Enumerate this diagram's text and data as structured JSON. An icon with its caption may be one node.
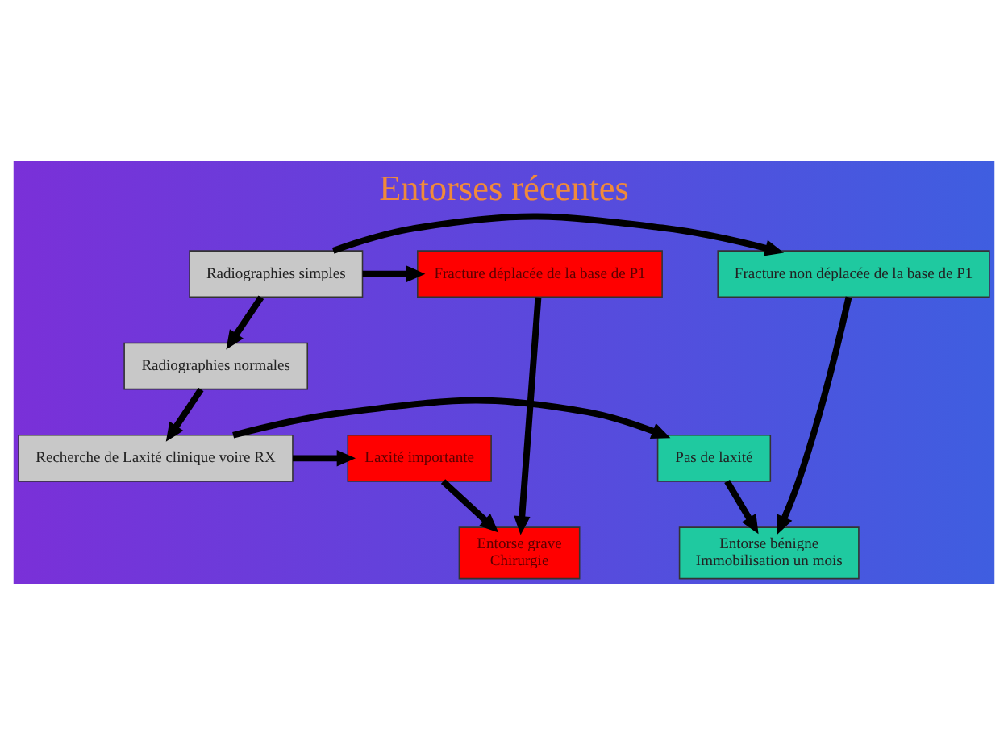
{
  "diagram": {
    "title": "Entorses récentes",
    "nodes": [
      {
        "text": [
          "Radiographies simples"
        ]
      },
      {
        "text": [
          "Fracture non déplacée de la base de P1"
        ]
      },
      {
        "text": [
          "Fracture déplacée de la base de P1"
        ]
      },
      {
        "text": [
          "Radiographies normales"
        ]
      },
      {
        "text": [
          "Recherche de Laxité clinique voire RX"
        ]
      },
      {
        "text": [
          "Pas de laxité"
        ]
      },
      {
        "text": [
          "Laxité importante"
        ]
      },
      {
        "text": [
          "Entorse bénigne",
          "Immobilisation un mois"
        ]
      },
      {
        "text": [
          "Entorse grave",
          "Chirurgie"
        ]
      }
    ],
    "edges": [
      {
        "from": 0,
        "to": 1,
        "arrow": "to"
      },
      {
        "from": 0,
        "to": 2,
        "arrow": "to"
      },
      {
        "from": 0,
        "to": 3,
        "arrow": "to"
      },
      {
        "from": 3,
        "to": 4,
        "arrow": "to"
      },
      {
        "from": 4,
        "to": 5,
        "arrow": "to"
      },
      {
        "from": 4,
        "to": 6,
        "arrow": "to"
      },
      {
        "from": 1,
        "to": 7,
        "arrow": "to"
      },
      {
        "from": 5,
        "to": 7,
        "arrow": "to"
      },
      {
        "from": 2,
        "to": 8,
        "arrow": "to"
      },
      {
        "from": 6,
        "to": 8,
        "arrow": "to"
      }
    ]
  }
}
